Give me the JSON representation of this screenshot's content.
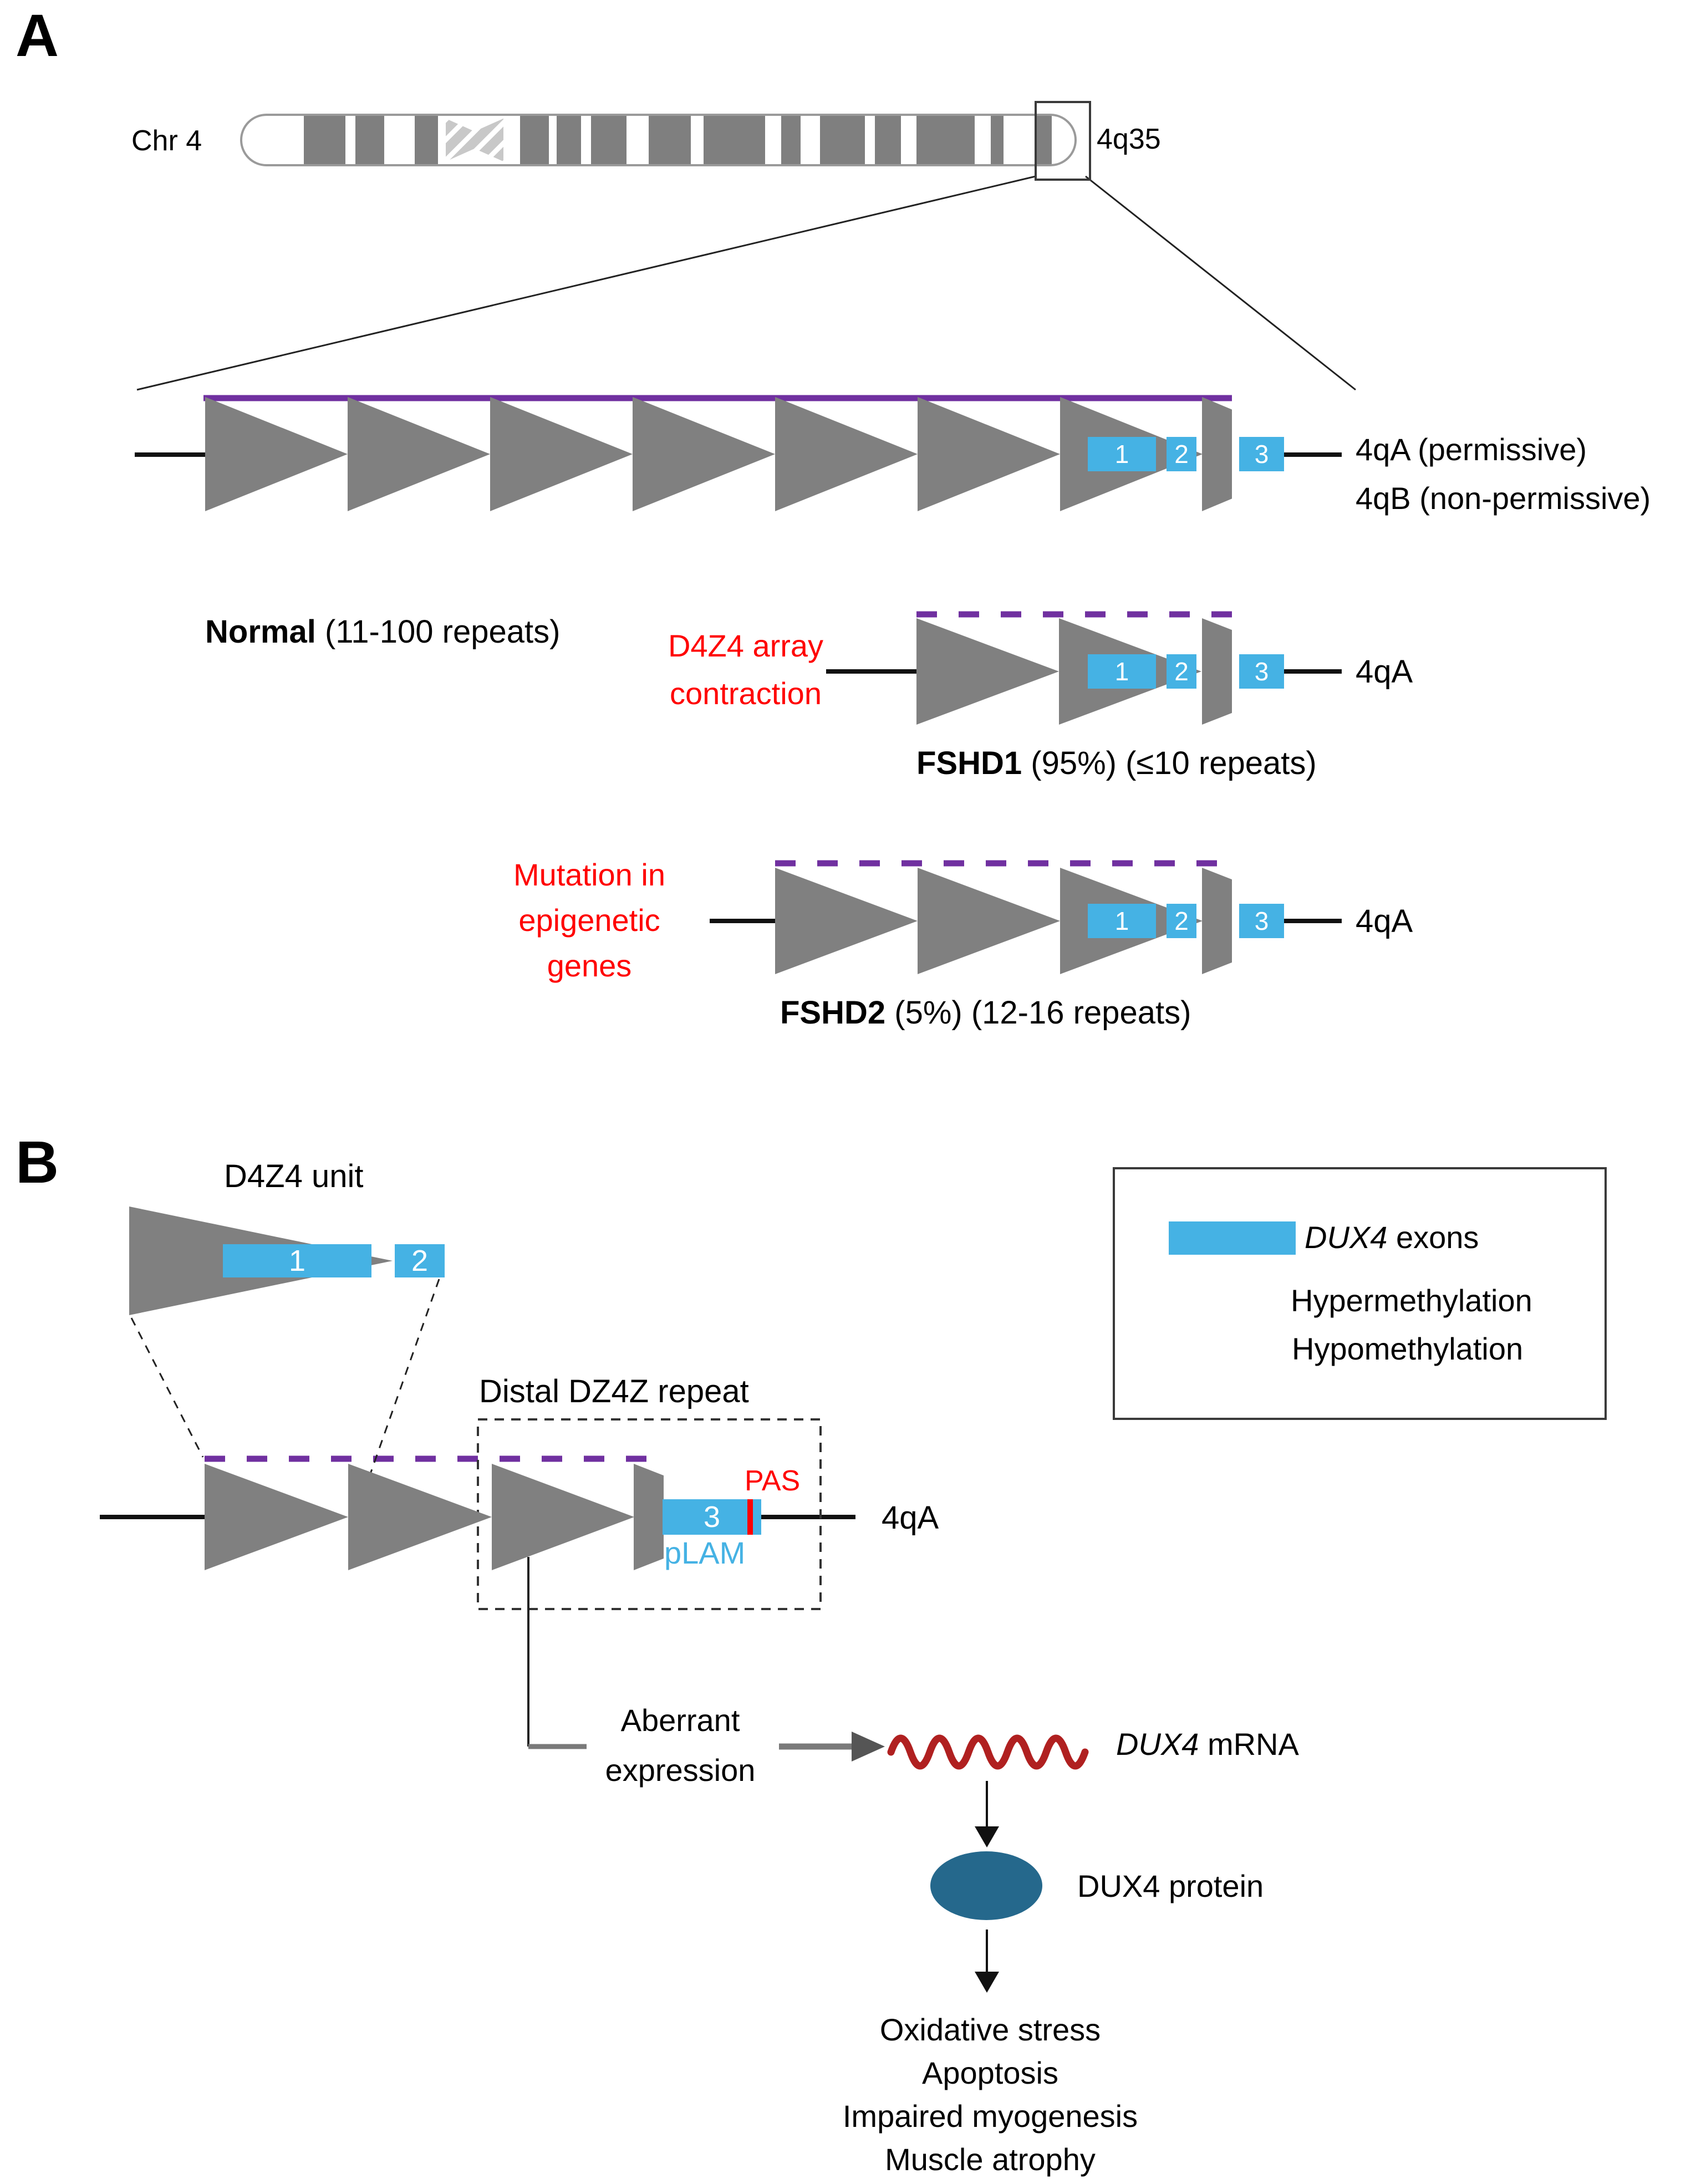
{
  "colors": {
    "exon_blue": "#45B2E4",
    "methyl_purple": "#7030A0",
    "repeat_gray": "#808080",
    "alert_red": "#FF0000",
    "mrna_red": "#B02020",
    "protein_teal": "#25688C"
  },
  "panel_a": {
    "label": "A",
    "chromosome": {
      "name": "Chr 4",
      "locus": "4q35"
    },
    "exons": {
      "e1": "1",
      "e2": "2",
      "e3": "3"
    },
    "rows": {
      "normal": {
        "name": "Normal",
        "detail": " (11-100 repeats)",
        "right_line1": "4qA (permissive)",
        "right_line2": "4qB (non-permissive)"
      },
      "fshd1": {
        "cause_lines": [
          "D4Z4 array",
          "contraction"
        ],
        "name": "FSHD1",
        "detail": " (95%) (≤10 repeats)",
        "right_label": "4qA"
      },
      "fshd2": {
        "cause_lines": [
          "Mutation in",
          "epigenetic",
          "genes"
        ],
        "name": "FSHD2",
        "detail": " (5%) (12-16 repeats)",
        "right_label": "4qA"
      }
    }
  },
  "panel_b": {
    "label": "B",
    "unit_label": "D4Z4 unit",
    "unit_exons": {
      "e1": "1",
      "e2": "2"
    },
    "distal_label": "Distal DZ4Z repeat",
    "exon3": "3",
    "pas_label": "PAS",
    "plam_label": "pLAM",
    "right_label": "4qA",
    "legend": {
      "exon_italic": "DUX4",
      "exon_rest": " exons",
      "hyper": "Hypermethylation",
      "hypo": "Hypomethylation"
    },
    "flow": {
      "aberrant_lines": [
        "Aberrant",
        "expression"
      ],
      "mrna_italic": "DUX4",
      "mrna_rest": " mRNA",
      "protein": "DUX4 protein",
      "outcomes": [
        "Oxidative stress",
        "Apoptosis",
        "Impaired myogenesis",
        "Muscle atrophy"
      ]
    }
  }
}
